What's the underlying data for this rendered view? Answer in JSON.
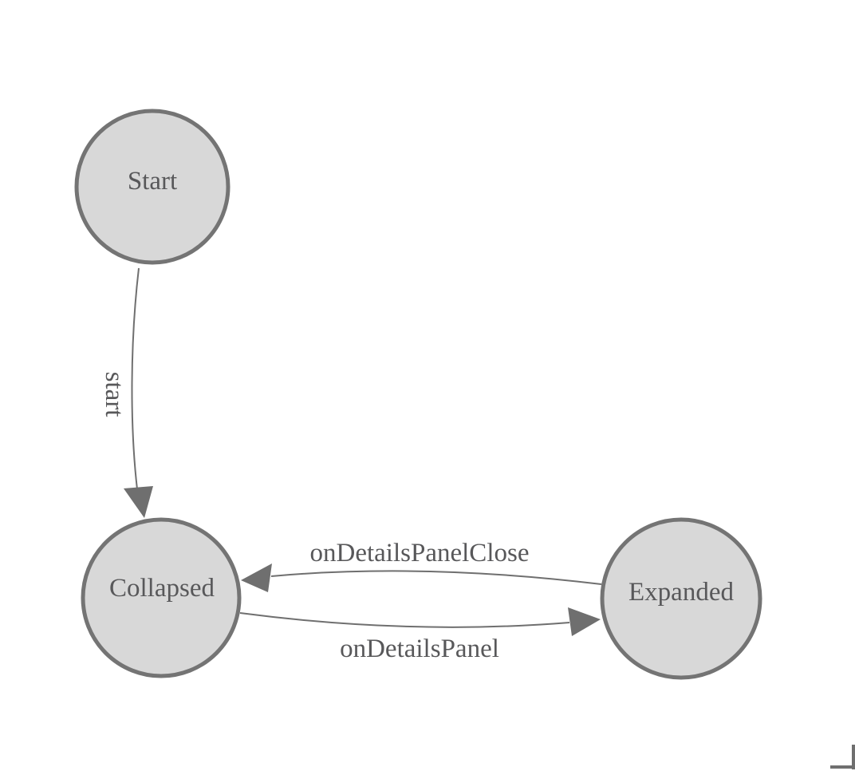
{
  "diagram_type": "state-machine",
  "colors": {
    "background": "#ffffff",
    "node_fill": "#d8d8d8",
    "node_stroke": "#747474",
    "edge_stroke": "#6f6f6f",
    "arrow_fill": "#6f6f6f",
    "label_text": "#58585a",
    "corner_mark": "#6f6f6f"
  },
  "nodes": [
    {
      "id": "start",
      "label": "Start"
    },
    {
      "id": "collapsed",
      "label": "Collapsed"
    },
    {
      "id": "expanded",
      "label": "Expanded"
    }
  ],
  "edges": [
    {
      "from": "Start",
      "to": "Collapsed",
      "label": "start"
    },
    {
      "from": "Expanded",
      "to": "Collapsed",
      "label": "onDetailsPanelClose"
    },
    {
      "from": "Collapsed",
      "to": "Expanded",
      "label": "onDetailsPanel"
    }
  ]
}
